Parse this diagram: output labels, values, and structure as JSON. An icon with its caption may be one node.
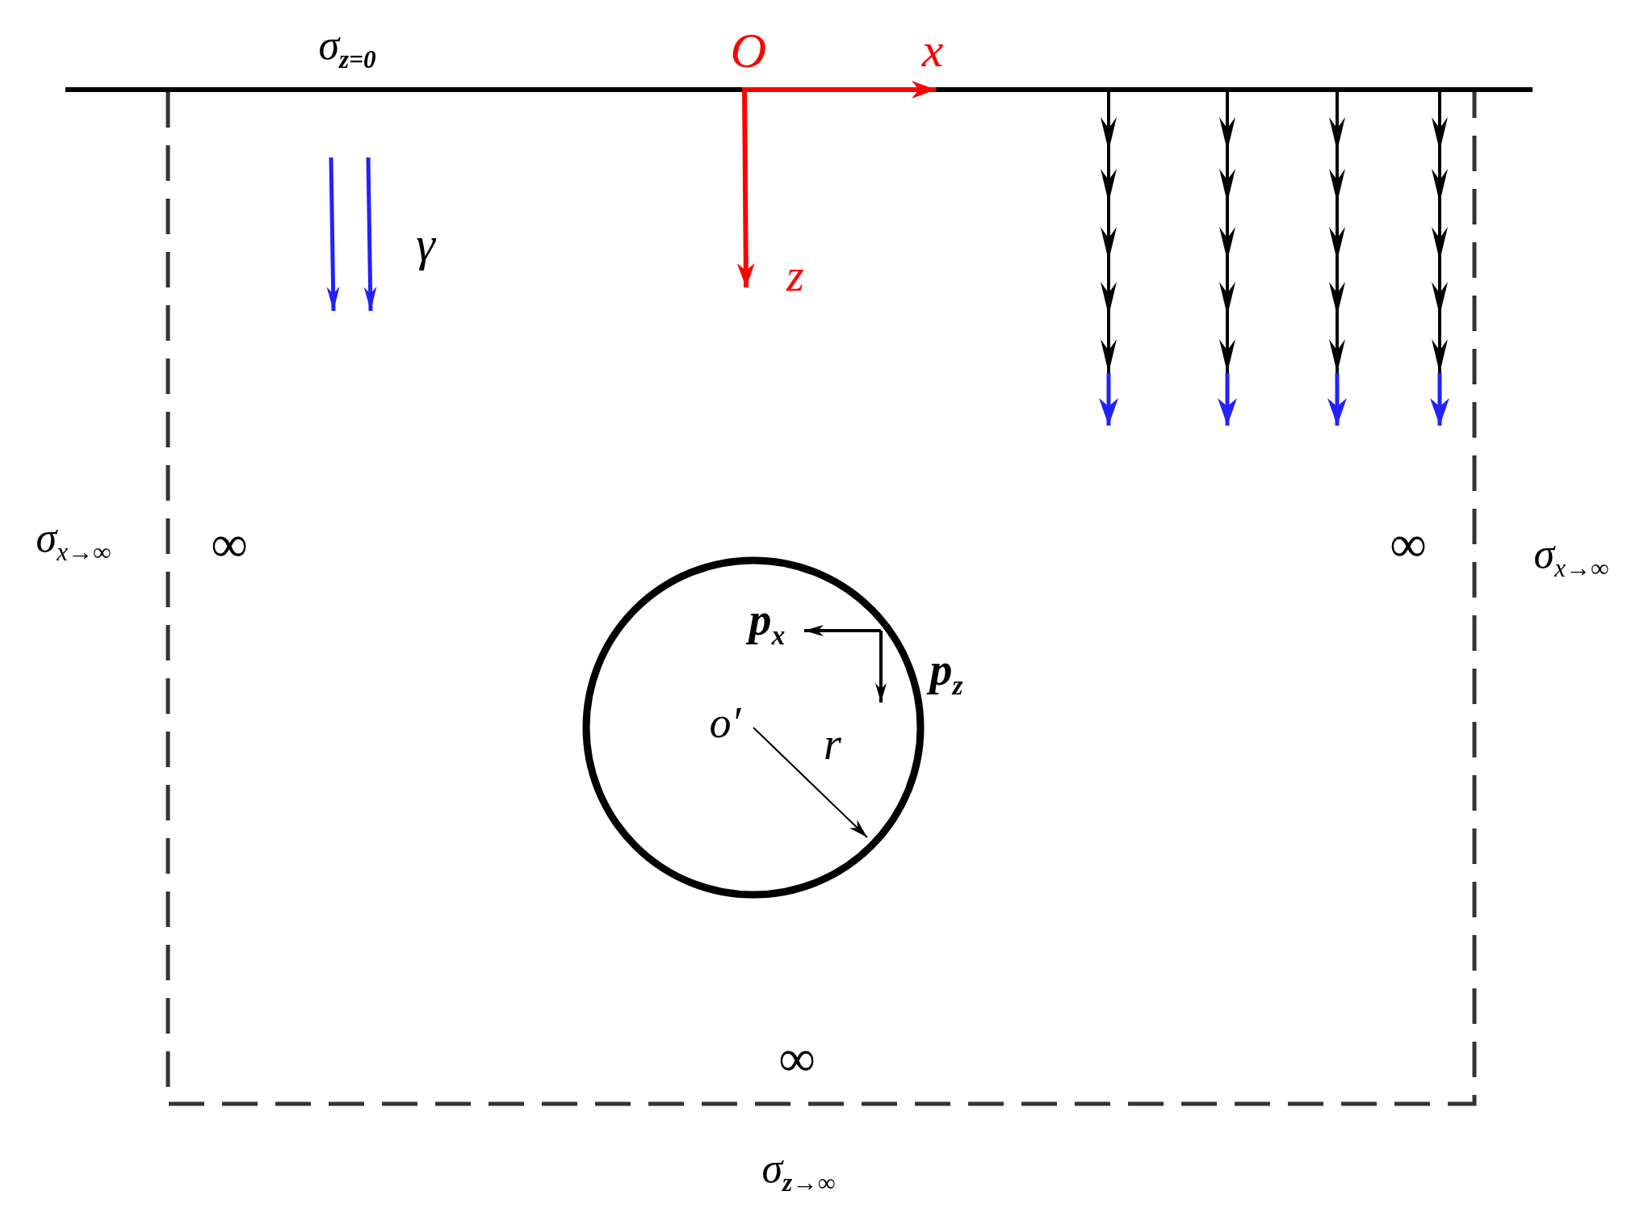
{
  "diagram": {
    "nodes": [
      {
        "text": [],
        "shape": "circle"
      }
    ],
    "labels": [
      "σ$_{z=0}$",
      "O",
      "x",
      "γ",
      "z",
      "σ$_{x→∞}$",
      "∞",
      "∞",
      "σ$_{x→∞}$",
      "p$_{x}$",
      "p$_{z}$",
      "o′",
      "r",
      "∞",
      "σ$_{z→∞}$"
    ]
  }
}
